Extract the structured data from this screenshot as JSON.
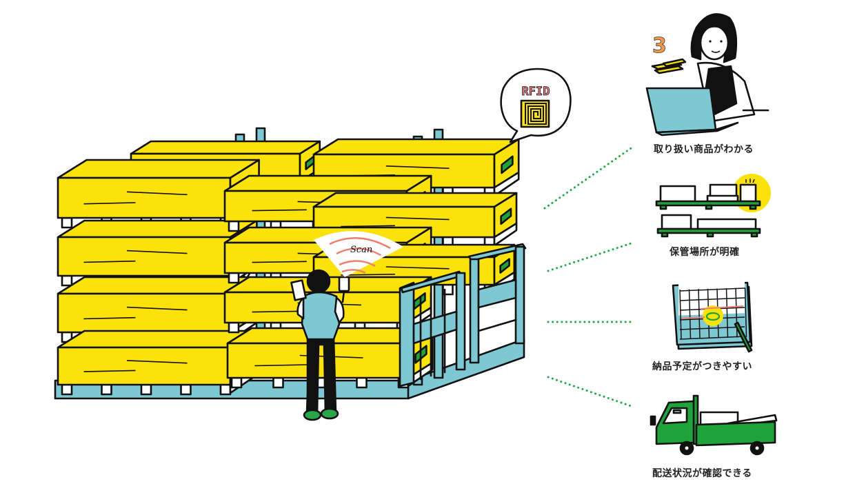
{
  "illustration": {
    "title": "RFID warehouse benefits",
    "speech_bubble": {
      "label": "RFID",
      "icon": "rfid-tag-icon"
    },
    "scan_wave": {
      "label": "Scan"
    },
    "benefits": [
      {
        "label": "取り扱い商品がわかる",
        "icon": "worker-laptop-icon",
        "badge": "3"
      },
      {
        "label": "保管場所が明確",
        "icon": "shelf-location-icon"
      },
      {
        "label": "納品予定がつきやすい",
        "icon": "calendar-schedule-icon"
      },
      {
        "label": "配送状況が確認できる",
        "icon": "delivery-truck-icon"
      }
    ]
  },
  "colors": {
    "box_yellow": "#fbe20a",
    "rack_blue": "#7dc8d3",
    "accent_green": "#1fa23a",
    "dots_green": "#1faa4a",
    "scan_red": "#f07f73",
    "rfid_red": "#f07f86",
    "badge_orange": "#f29a4a",
    "ink": "#111111"
  }
}
